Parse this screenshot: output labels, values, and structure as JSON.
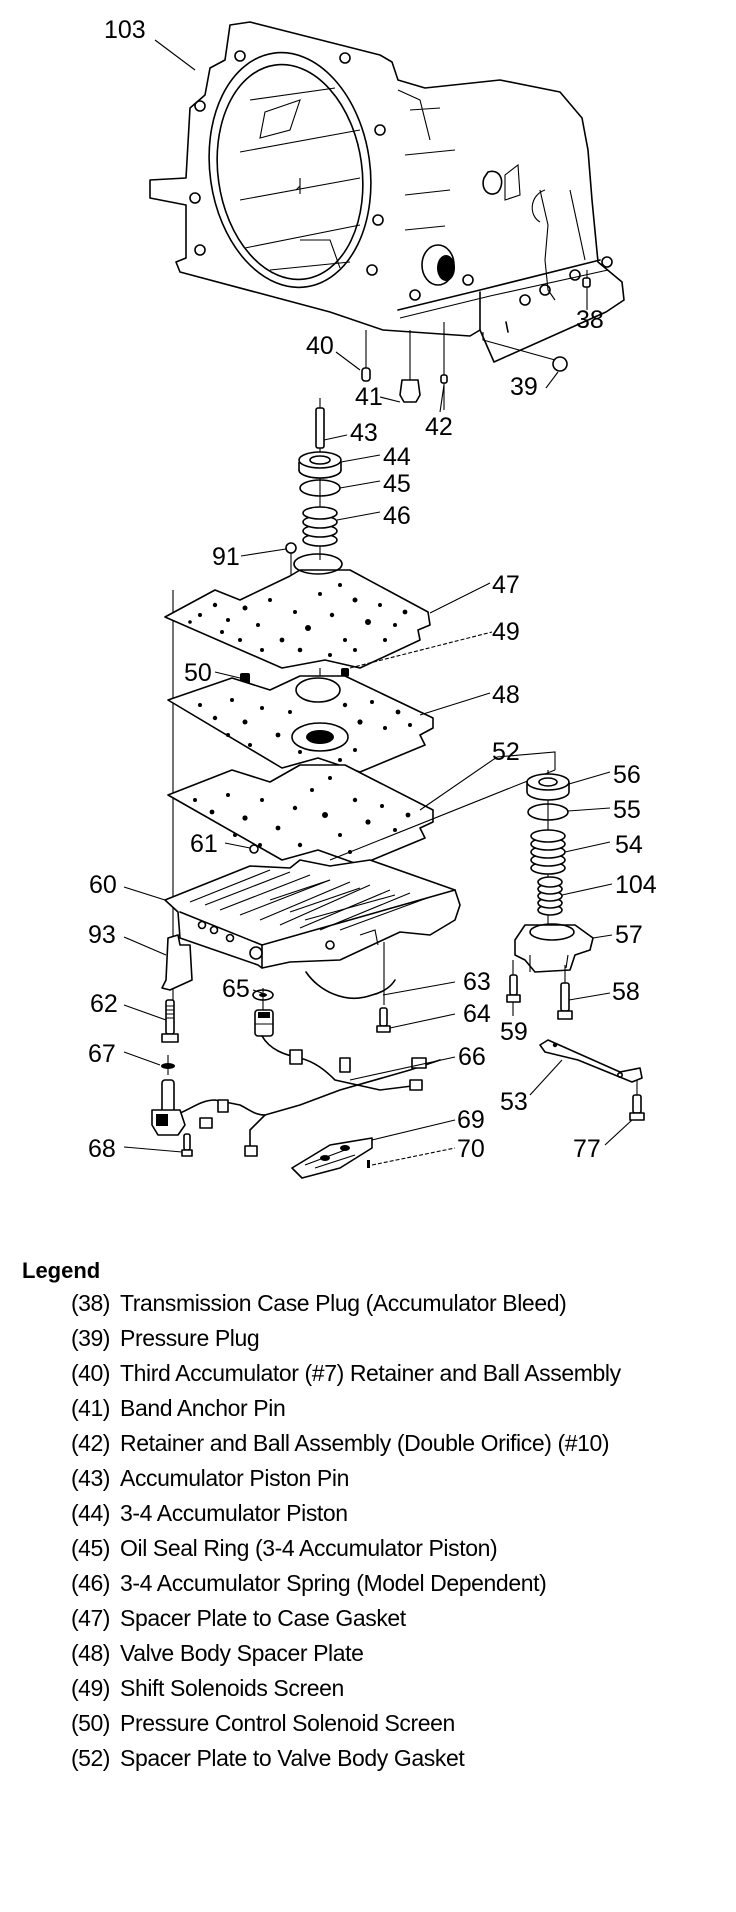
{
  "diagram": {
    "title": "Transmission Case, Accumulator, Spacer Plates and Valve Body Exploded View",
    "callouts": {
      "c103": "103",
      "c38": "38",
      "c39": "39",
      "c40": "40",
      "c41": "41",
      "c42": "42",
      "c43": "43",
      "c44": "44",
      "c45": "45",
      "c46": "46",
      "c91": "91",
      "c47": "47",
      "c49": "49",
      "c50": "50",
      "c48": "48",
      "c52": "52",
      "c56": "56",
      "c55": "55",
      "c61": "61",
      "c54": "54",
      "c60": "60",
      "c104": "104",
      "c93": "93",
      "c57": "57",
      "c65": "65",
      "c63": "63",
      "c62": "62",
      "c64": "64",
      "c58": "58",
      "c59": "59",
      "c67": "67",
      "c66": "66",
      "c53": "53",
      "c69": "69",
      "c68": "68",
      "c70": "70",
      "c77": "77"
    }
  },
  "legend": {
    "title": "Legend",
    "items": [
      {
        "num": "(38)",
        "desc": "Transmission Case Plug (Accumulator Bleed)"
      },
      {
        "num": "(39)",
        "desc": "Pressure Plug"
      },
      {
        "num": "(40)",
        "desc": "Third Accumulator (#7) Retainer and Ball Assembly"
      },
      {
        "num": "(41)",
        "desc": "Band Anchor Pin"
      },
      {
        "num": "(42)",
        "desc": "Retainer and Ball Assembly (Double Orifice) (#10)"
      },
      {
        "num": "(43)",
        "desc": "Accumulator Piston Pin"
      },
      {
        "num": "(44)",
        "desc": "3-4 Accumulator Piston"
      },
      {
        "num": "(45)",
        "desc": "Oil Seal Ring (3-4 Accumulator Piston)"
      },
      {
        "num": "(46)",
        "desc": "3-4 Accumulator Spring (Model Dependent)"
      },
      {
        "num": "(47)",
        "desc": "Spacer Plate to Case Gasket"
      },
      {
        "num": "(48)",
        "desc": "Valve Body Spacer Plate"
      },
      {
        "num": "(49)",
        "desc": "Shift Solenoids Screen"
      },
      {
        "num": "(50)",
        "desc": "Pressure Control Solenoid Screen"
      },
      {
        "num": "(52)",
        "desc": "Spacer Plate to Valve Body Gasket"
      }
    ]
  }
}
